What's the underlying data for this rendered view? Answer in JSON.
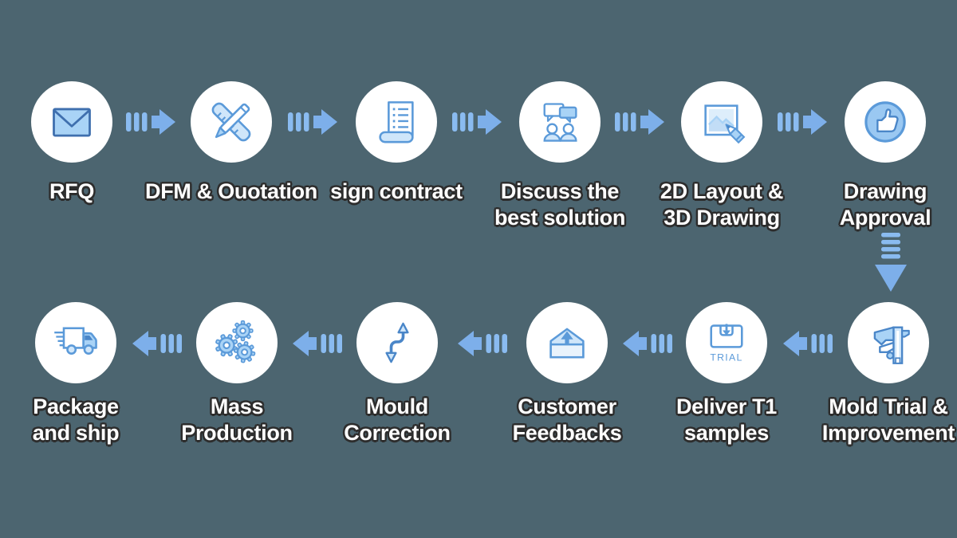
{
  "background_color": "#4c6570",
  "colors": {
    "circle_background": "#ffffff",
    "arrow_blue": "#7dafea",
    "icon_stroke": "#5b9ad9",
    "icon_stroke_dark": "#3f6fae",
    "icon_fill_light": "#cfe6fa",
    "icon_fill_mid": "#a9d3f6",
    "label_text": "#ffffff",
    "label_outline": "#2d2d2d"
  },
  "flow": {
    "top_row_direction": "left-to-right",
    "bottom_row_direction": "right-to-left",
    "row_connector_direction": "down",
    "top_row": [
      {
        "label1": "RFQ",
        "icon": "envelope-icon"
      },
      {
        "label1": "DFM & Ouotation",
        "icon": "ruler-pencil-icon"
      },
      {
        "label1": "sign contract",
        "icon": "contract-scroll-icon"
      },
      {
        "label1": "Discuss the",
        "label2": "best solution",
        "icon": "discussion-people-icon"
      },
      {
        "label1": "2D Layout &",
        "label2": "3D Drawing",
        "icon": "layout-drawing-icon"
      },
      {
        "label1": "Drawing",
        "label2": "Approval",
        "icon": "thumbs-up-icon"
      }
    ],
    "bottom_row": [
      {
        "label1": "Package",
        "label2": "and ship",
        "icon": "delivery-truck-icon"
      },
      {
        "label1": "Mass",
        "label2": "Production",
        "icon": "gears-icon"
      },
      {
        "label1": "Mould",
        "label2": "Correction",
        "icon": "correction-arrows-icon"
      },
      {
        "label1": "Customer",
        "label2": "Feedbacks",
        "icon": "feedback-envelope-icon"
      },
      {
        "label1": "Deliver T1",
        "label2": "samples",
        "icon": "trial-box-icon",
        "icon_text": "TRIAL"
      },
      {
        "label1": "Mold Trial &",
        "label2": "Improvement",
        "icon": "caliper-icon"
      }
    ]
  }
}
